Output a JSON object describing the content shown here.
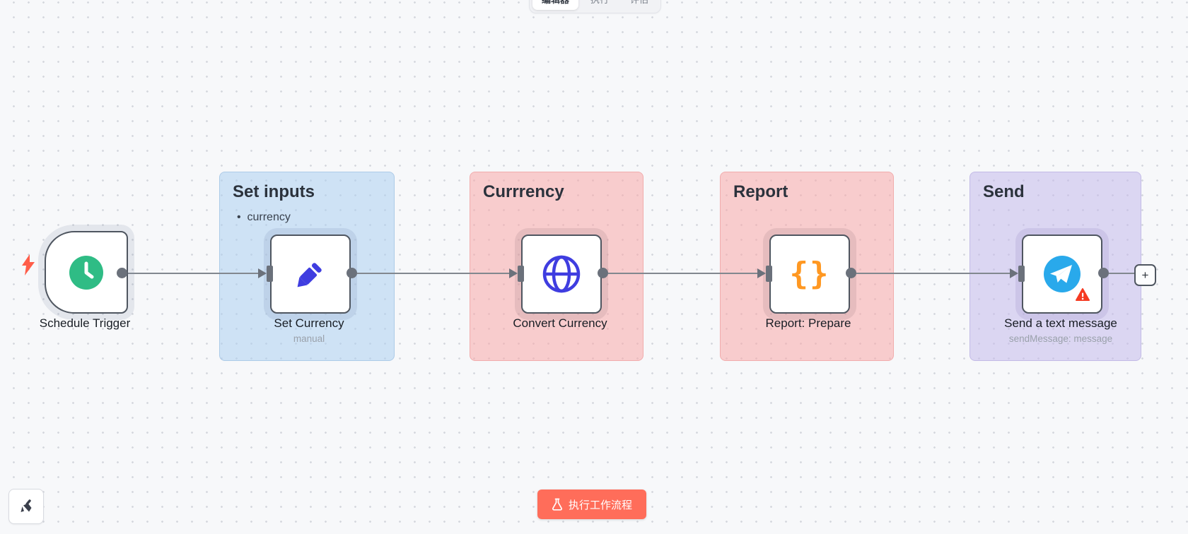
{
  "topbar": {
    "tabs": [
      {
        "label": "编辑器",
        "active": true
      },
      {
        "label": "执行",
        "active": false
      },
      {
        "label": "评估",
        "active": false
      }
    ]
  },
  "workflow": {
    "trigger": {
      "label": "Schedule Trigger",
      "icon": "clock-icon",
      "icon_color": "#2fbc85"
    },
    "groups": [
      {
        "title": "Set inputs",
        "color": "#d9e7f6",
        "items": [
          "currency"
        ],
        "node": {
          "label": "Set Currency",
          "subtitle": "manual",
          "icon": "pencil-icon",
          "icon_color": "#3f3de0"
        }
      },
      {
        "title": "Currrency",
        "color": "#fbd8d8",
        "node": {
          "label": "Convert Currency",
          "icon": "globe-icon",
          "icon_color": "#3f3de0"
        }
      },
      {
        "title": "Report",
        "color": "#fbd8d8",
        "node": {
          "label": "Report: Prepare",
          "icon": "braces-icon",
          "icon_color": "#ff9822",
          "icon_text": "{}"
        }
      },
      {
        "title": "Send",
        "color": "#e5e1f4",
        "node": {
          "label": "Send a text message",
          "subtitle": "sendMessage: message",
          "icon": "telegram-icon",
          "icon_color": "#29a9eb",
          "warning": true
        }
      }
    ],
    "add_node_label": "+"
  },
  "footer": {
    "execute_button_label": "执行工作流程",
    "execute_button_color": "#ff6d5a"
  }
}
